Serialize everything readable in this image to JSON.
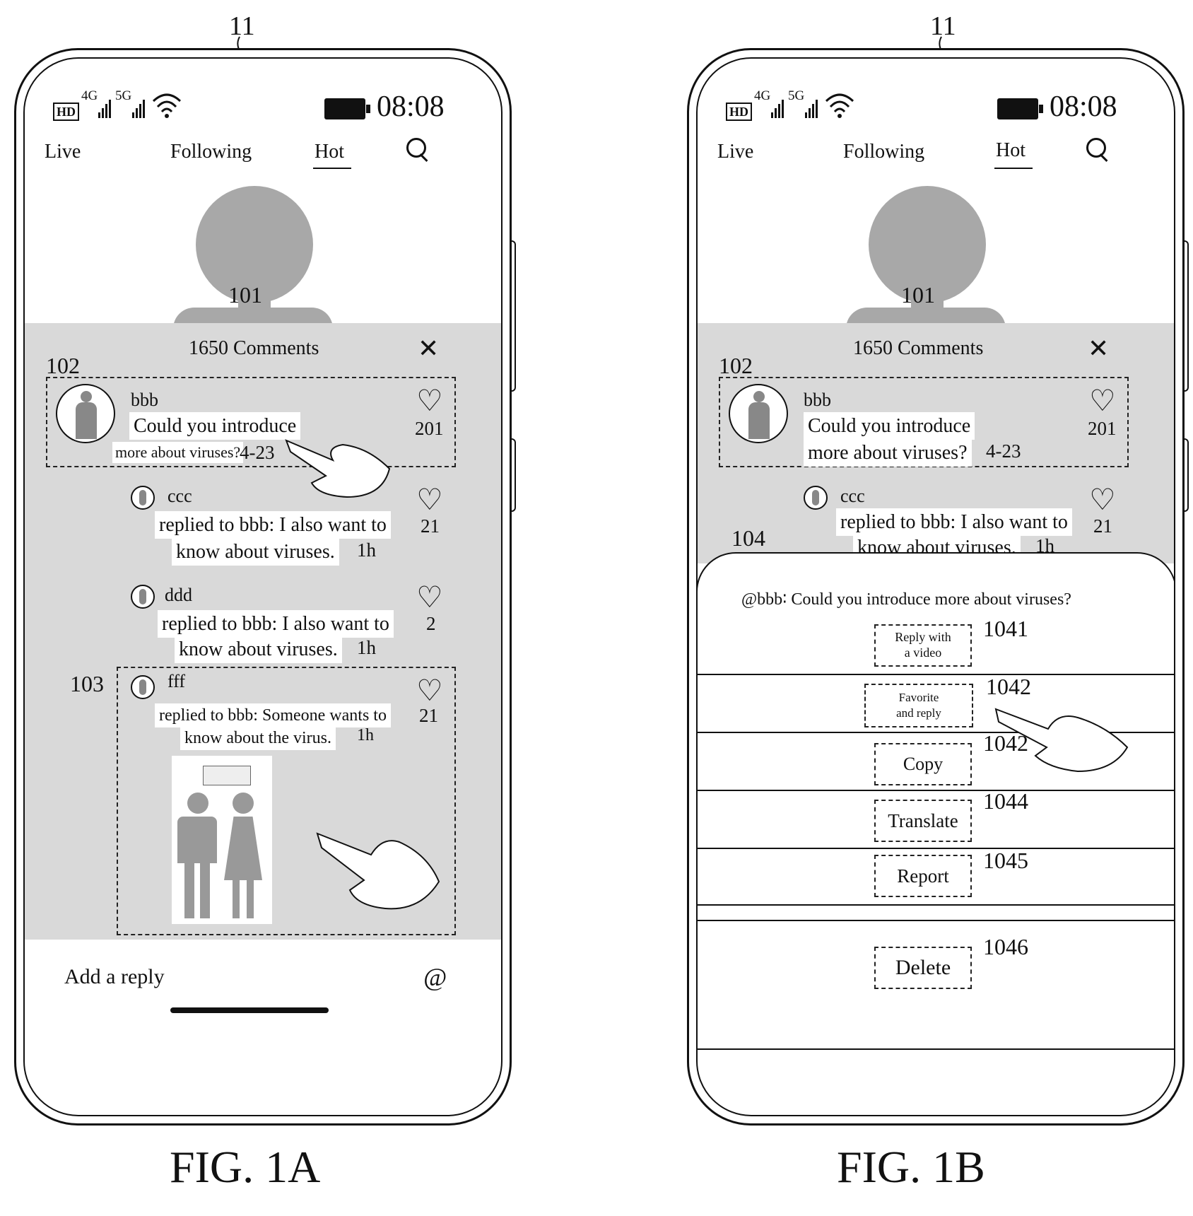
{
  "figures": [
    {
      "id": "fig-1a",
      "label": "FIG. 1A",
      "device_ref": "11",
      "status_bar": {
        "hd": "HD",
        "net1": "4G",
        "net2": "5G",
        "time": "08:08"
      },
      "nav": {
        "live": "Live",
        "following": "Following",
        "hot": "Hot",
        "selected": "Hot"
      },
      "video_ref": "101",
      "comments_title": "1650 Comments",
      "comment_ref": "102",
      "comment": {
        "user": "bbb",
        "text_line1": "Could you introduce",
        "text_line2": "more about viruses?",
        "date": "4-23",
        "likes": "201"
      },
      "replies": [
        {
          "user": "ccc",
          "line1": "replied to bbb: I also want to",
          "line2": "know about viruses.",
          "time": "1h",
          "likes": "21"
        },
        {
          "user": "ddd",
          "line1": "replied to bbb: I also want to",
          "line2": "know about viruses.",
          "time": "1h",
          "likes": "2"
        },
        {
          "user": "fff",
          "line1": "replied to bbb: Someone wants to",
          "line2": "know about the virus.",
          "time": "1h",
          "likes": "21"
        }
      ],
      "reply_ref": "103",
      "reply_placeholder": "Add a reply",
      "at_symbol": "@"
    },
    {
      "id": "fig-1b",
      "label": "FIG. 1B",
      "device_ref": "11",
      "status_bar": {
        "hd": "HD",
        "net1": "4G",
        "net2": "5G",
        "time": "08:08"
      },
      "nav": {
        "live": "Live",
        "following": "Following",
        "hot": "Hot",
        "selected": "Hot"
      },
      "video_ref": "101",
      "comments_title": "1650 Comments",
      "comment_ref": "102",
      "comment": {
        "user": "bbb",
        "text_line1": "Could you introduce",
        "text_line2": "more about viruses?",
        "date": "4-23",
        "likes": "201"
      },
      "replies": [
        {
          "user": "ccc",
          "line1": "replied to bbb: I also want to",
          "line2": "know about viruses.",
          "time": "1h",
          "likes": "21"
        }
      ],
      "sheet_ref": "104",
      "sheet_title": "@bbb∶ Could you introduce more about viruses?",
      "options": [
        {
          "line1": "Reply with",
          "line2": "a video",
          "ref": "1041"
        },
        {
          "line1": "Favorite",
          "line2": "and reply",
          "ref": "1042"
        },
        {
          "line1": "Copy",
          "line2": "",
          "ref": "1042"
        },
        {
          "line1": "Translate",
          "line2": "",
          "ref": "1044"
        },
        {
          "line1": "Report",
          "line2": "",
          "ref": "1045"
        },
        {
          "line1": "Delete",
          "line2": "",
          "ref": "1046"
        }
      ]
    }
  ]
}
